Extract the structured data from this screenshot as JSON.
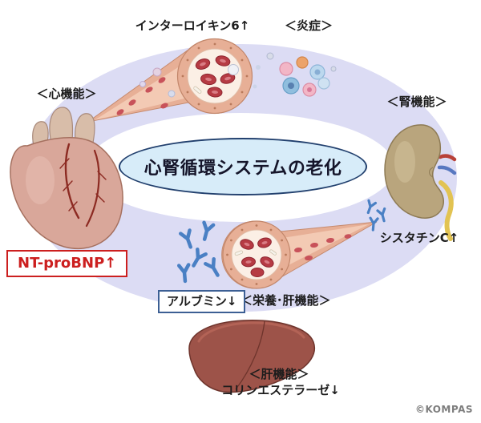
{
  "title": {
    "text": "心腎循環システムの老化"
  },
  "labels": {
    "interleukin6": "インターロイキン6↑",
    "inflammation": "＜炎症＞",
    "cardiac": "＜心機能＞",
    "renal": "＜腎機能＞",
    "cystatin_c": "シスタチンC↑",
    "nutrition_liver": "＜栄養･肝機能＞",
    "liver": "＜肝機能＞",
    "cholinesterase": "コリンエステラーゼ↓"
  },
  "badges": {
    "nt_probnp": "NT-proBNP↑",
    "albumin": "アルブミン↓"
  },
  "credit": "©KOMPAS",
  "colors": {
    "ring_lavender": "#dcdcf4",
    "center_ellipse_fill": "#d7ecf9",
    "center_ellipse_border": "#22406e",
    "nt_probnp_red": "#cc1f1f",
    "albumin_border_blue": "#3c5f94",
    "albumin_molecule_blue": "#4a80c4",
    "vessel_wall": "#e7af96",
    "red_blood_cell": "#b63b44",
    "heart": "#d9a79a",
    "kidney": "#b9a57d",
    "liver": "#9d5349"
  }
}
